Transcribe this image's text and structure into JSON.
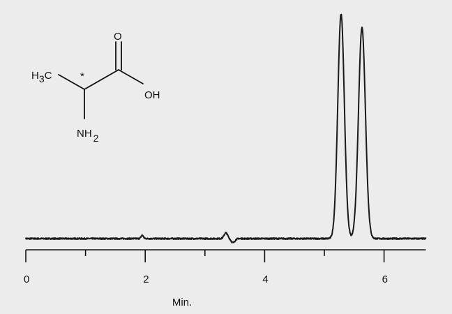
{
  "chart_data": {
    "type": "line",
    "title": "",
    "xlabel": "Min.",
    "ylabel": "",
    "xlim": [
      0,
      6.7
    ],
    "ylim": [
      0,
      100
    ],
    "x_ticks": [
      0,
      2,
      4,
      6
    ],
    "x_minor_ticks": [
      1,
      3,
      5
    ],
    "grid": false,
    "baseline": 0,
    "events": [
      {
        "x": 1.95,
        "height": 1.5,
        "width": 0.02
      },
      {
        "x": 3.35,
        "height": 2.6,
        "width": 0.03
      },
      {
        "x": 3.47,
        "height": -1.8,
        "width": 0.03
      }
    ],
    "peaks": [
      {
        "retention_time": 5.28,
        "height": 100,
        "width": 0.055
      },
      {
        "retention_time": 5.63,
        "height": 94,
        "width": 0.058
      }
    ]
  },
  "molecule": {
    "label_ch3_main": "H",
    "label_ch3_sub": "3",
    "label_ch3_tail": "C",
    "label_stereo": "*",
    "label_o": "O",
    "label_oh": "OH",
    "label_nh2_main": "NH",
    "label_nh2_sub": "2"
  }
}
